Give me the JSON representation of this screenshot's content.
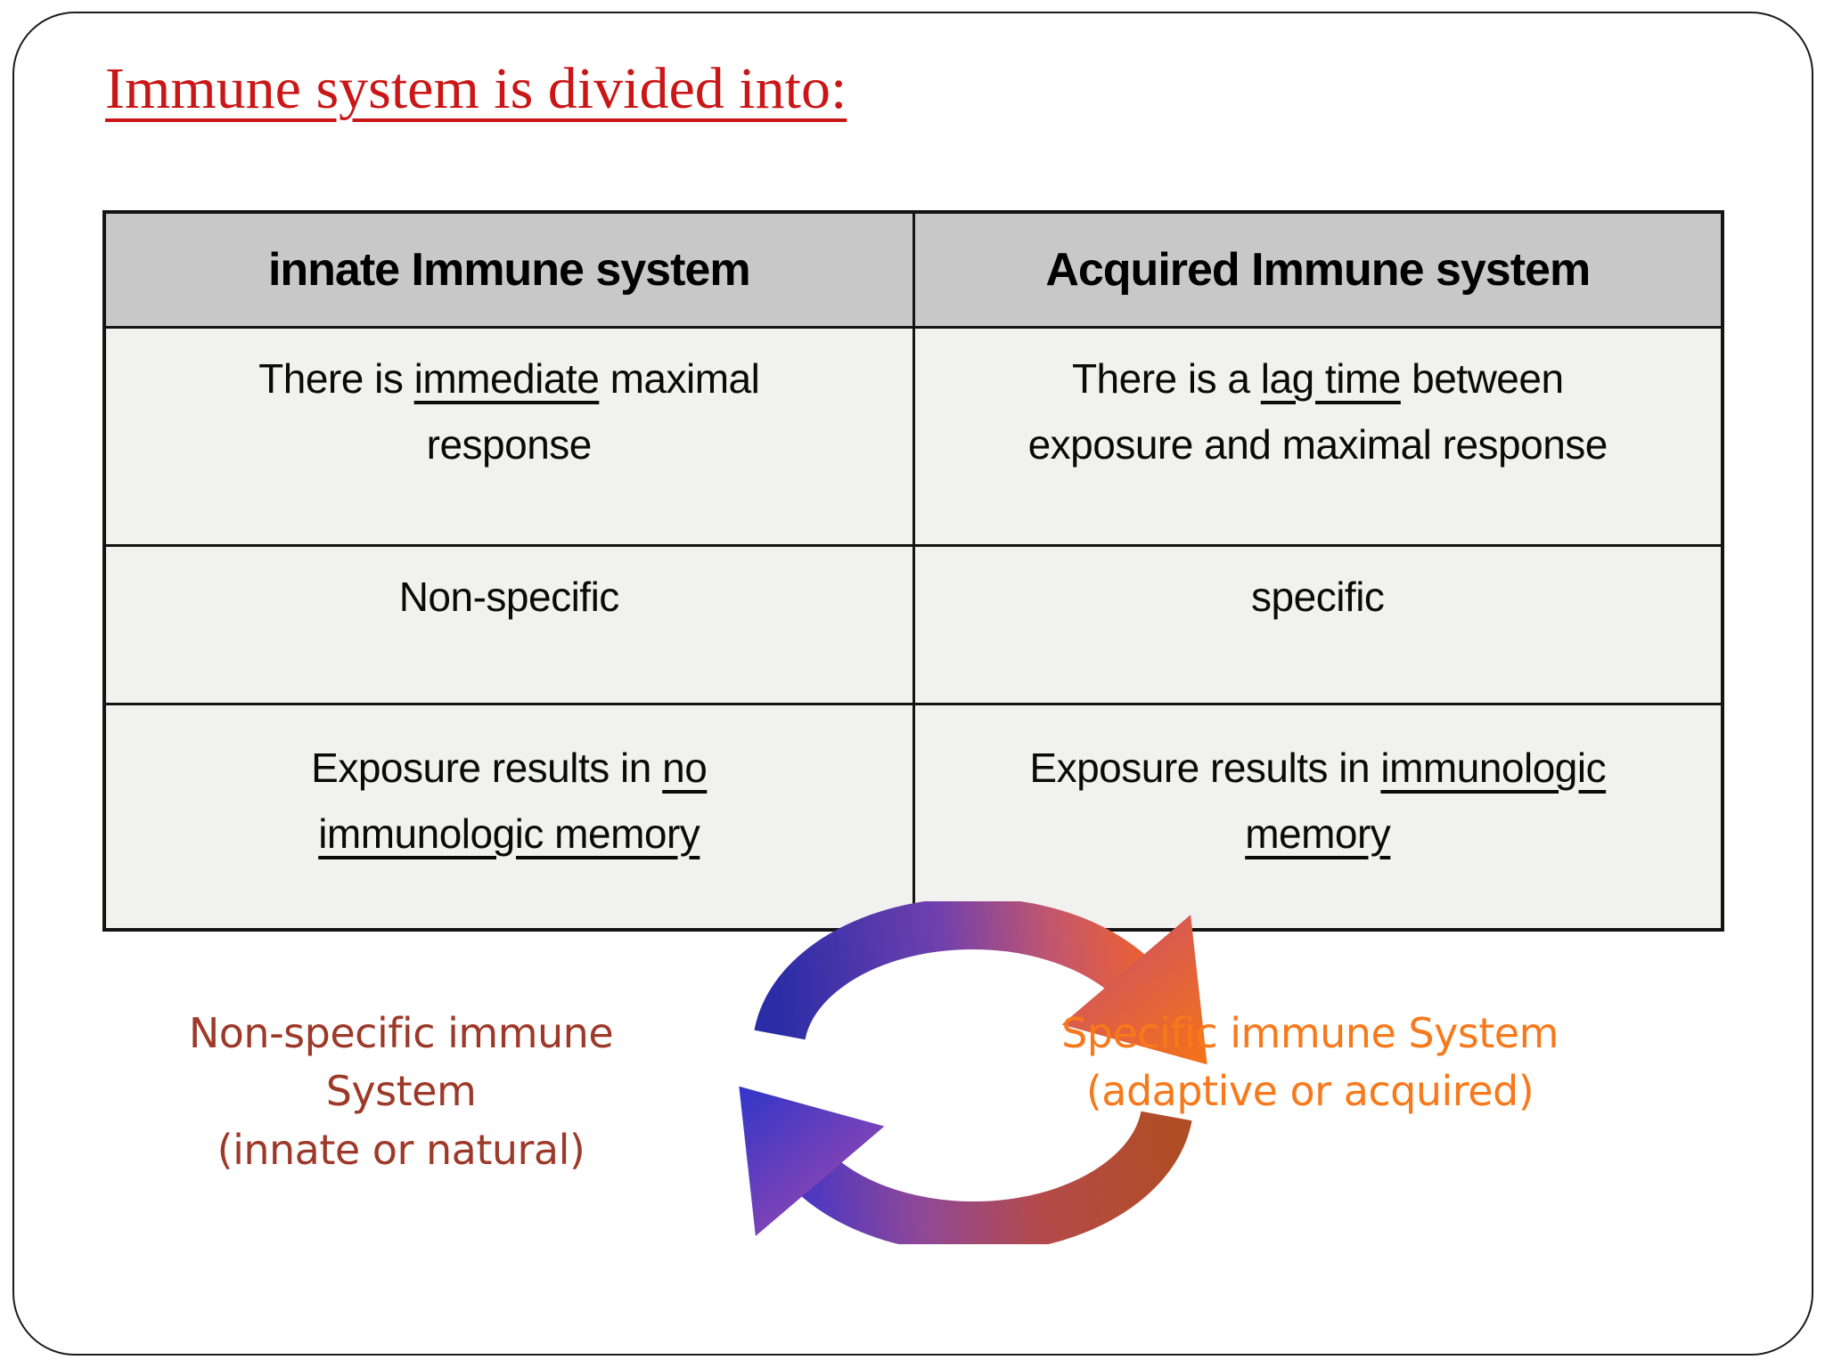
{
  "slide": {
    "title": "Immune system is divided into:",
    "title_color": "#ca1616",
    "background_color": "#ffffff",
    "border_color": "#1c1c1c"
  },
  "table": {
    "header_bg": "#c8c8c8",
    "cell_bg": "#f1f1ef",
    "headers": [
      "innate Immune system",
      "Acquired Immune system"
    ],
    "rows": [
      {
        "left": {
          "pre": "There is ",
          "u": "immediate",
          "post": " maximal response"
        },
        "right": {
          "pre": "There is a ",
          "u": "lag time",
          "post": " between exposure and maximal response"
        }
      },
      {
        "left": {
          "pre": "Non-specific",
          "u": "",
          "post": ""
        },
        "right": {
          "pre": "specific",
          "u": "",
          "post": ""
        }
      },
      {
        "left": {
          "pre": "Exposure results in ",
          "u": "no immunologic memory",
          "post": ""
        },
        "right": {
          "pre": "Exposure results in ",
          "u": "immunologic memory",
          "post": ""
        }
      }
    ]
  },
  "diagram": {
    "icon": "circular-cycle-arrows",
    "left_label": {
      "line1": "Non-specific immune System",
      "line2": "(innate or natural)",
      "color": "#9d3928"
    },
    "right_label": {
      "line1": "Specific immune System",
      "line2": "(adaptive or acquired)",
      "color": "#f8791b"
    },
    "gradient_colors": {
      "blue": "#2b2da6",
      "purple": "#7a42b8",
      "red": "#c2566e",
      "orange": "#ef671f",
      "brick": "#b04d26"
    }
  }
}
